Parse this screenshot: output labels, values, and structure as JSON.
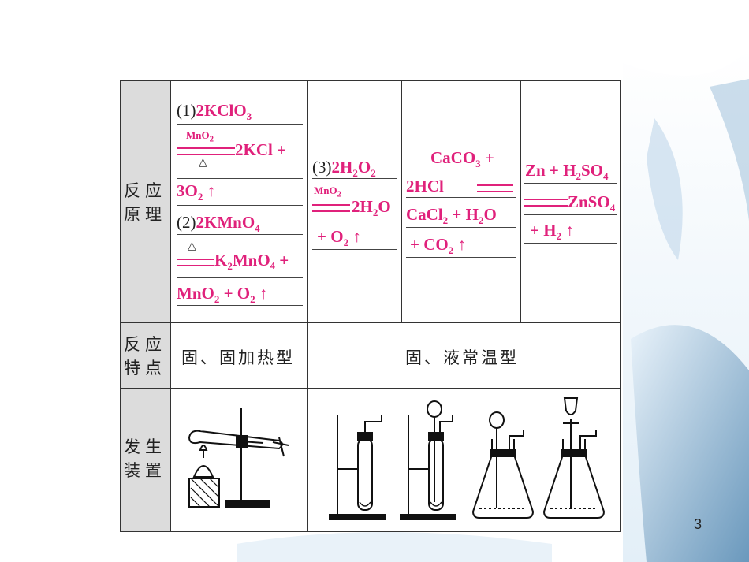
{
  "page_number": "3",
  "headers": {
    "principle": "反应原理",
    "feature": "反应特点",
    "apparatus": "发生装置"
  },
  "reactions": {
    "r1_label": "(1)",
    "r1_reactant": "2KClO",
    "r1_cat": "MnO",
    "r1_prod1": "2KCl +",
    "r1_prod2": "3O",
    "r2_label": "(2)",
    "r2_reactant": "2KMnO",
    "r2_prod1": "MnO₄ +",
    "r2_prod2": "MnO",
    "r3_label": "(3)",
    "r3_reactant": "2H",
    "r3_cat": "MnO",
    "r3_prod1": "2H",
    "r3_prod2": "+ O",
    "r4_line1": "CaCO",
    "r4_line2": "2HCl",
    "r4_line3": "CaCl",
    "r4_line4": "+ CO",
    "r5_line1": "Zn + H",
    "r5_line2": "ZnSO",
    "r5_line3": "+ H"
  },
  "features": {
    "solid_heat": "固、固加热型",
    "solid_liquid": "固、液常温型"
  },
  "colors": {
    "chem": "#e0217b",
    "header_bg": "#dcdcdc"
  }
}
